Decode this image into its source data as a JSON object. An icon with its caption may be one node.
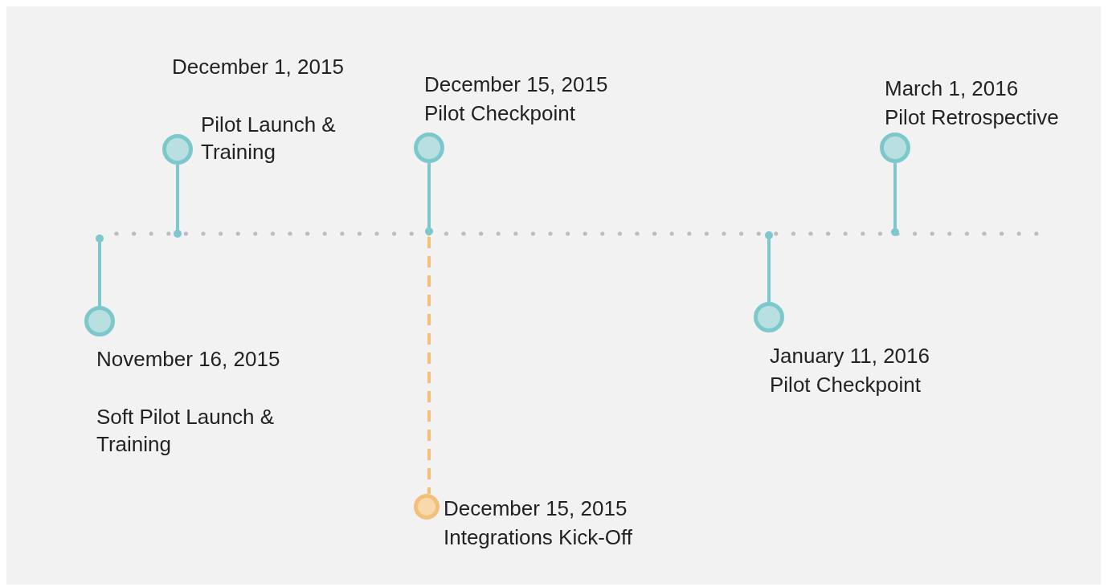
{
  "diagram": {
    "nodes": [
      {
        "text": [],
        "shape": "circle",
        "beside": [
          "November 16, 2015",
          "Soft Pilot Launch & Training"
        ]
      },
      {
        "text": [],
        "shape": "circle",
        "beside": [
          "December 1, 2015",
          "Pilot Launch & Training"
        ]
      },
      {
        "text": [],
        "shape": "circle",
        "beside": [
          "December 15, 2015",
          "Pilot Checkpoint"
        ]
      },
      {
        "text": [],
        "shape": "circle",
        "beside": [
          "December 15, 2015",
          "Integrations Kick-Off"
        ]
      },
      {
        "text": [],
        "shape": "circle",
        "beside": [
          "January 11, 2016",
          "Pilot Checkpoint"
        ]
      },
      {
        "text": [],
        "shape": "circle",
        "beside": [
          "March 1, 2016",
          "Pilot Retrospective"
        ]
      }
    ]
  }
}
